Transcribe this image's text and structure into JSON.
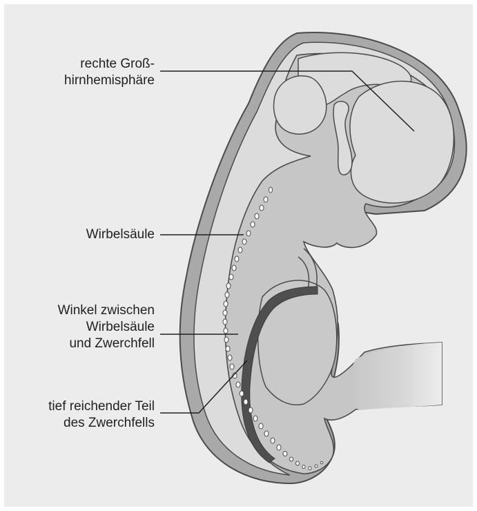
{
  "labels": {
    "hemisphere": {
      "line1": "rechte Groß-",
      "line2": "hirnhemisphäre"
    },
    "spine": {
      "line1": "Wirbelsäule"
    },
    "angle": {
      "line1": "Winkel zwischen",
      "line2": "Wirbelsäule",
      "line3": "und Zwerchfell"
    },
    "diaphragm_part": {
      "line1": "tief reichender Teil",
      "line2": "des Zwerchfells"
    }
  },
  "colors": {
    "background": "#ececec",
    "outer_body": "#a9a9a9",
    "body_fill": "#c6c6c6",
    "light_region": "#dcdcdc",
    "outline": "#4a4a4a",
    "diaphragm": "#4f4f4f",
    "vertebra": "#ffffff",
    "leader_line": "#1f1f1f"
  }
}
